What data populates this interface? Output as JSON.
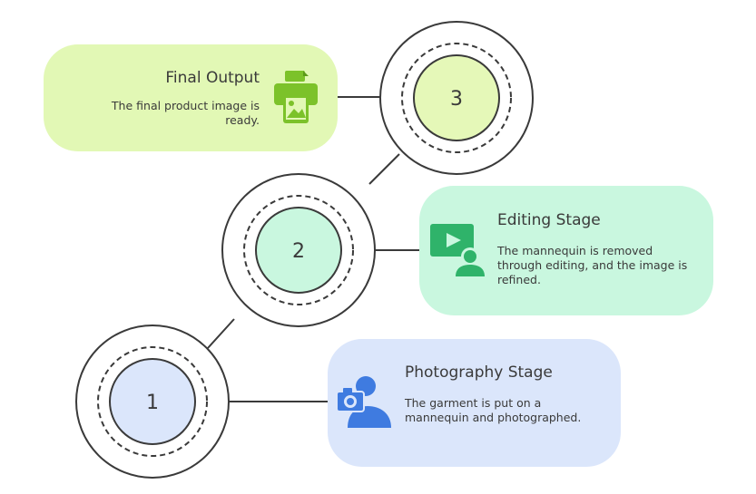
{
  "stages": [
    {
      "number": "1",
      "title": "Photography Stage",
      "description": "The garment is put on a mannequin and photographed.",
      "icon": "camera-person-icon",
      "color": "#dbe6fb",
      "circle_color": "#dbe6fb",
      "icon_color": "#3f7be0"
    },
    {
      "number": "2",
      "title": "Editing Stage",
      "description": "The mannequin is removed through editing, and the image is refined.",
      "icon": "video-person-icon",
      "color": "#c9f7df",
      "circle_color": "#c9f7df",
      "icon_color": "#2fb36a"
    },
    {
      "number": "3",
      "title": "Final Output",
      "description": "The final product image is ready.",
      "icon": "printer-image-icon",
      "color": "#e2f8b5",
      "circle_color": "#e5f8b8",
      "icon_color": "#7cc22a"
    }
  ]
}
